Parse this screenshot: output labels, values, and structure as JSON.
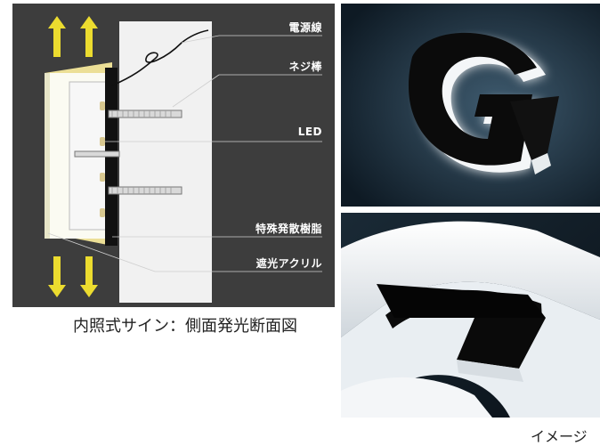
{
  "diagram": {
    "labels": {
      "power_cable": "電源線",
      "screw_rod": "ネジ棒",
      "led": "LED",
      "special_resin": "特殊発散樹脂",
      "shading_acrylic": "遮光アクリル"
    },
    "caption": "内照式サイン：側面発光断面図",
    "colors": {
      "background": "#3d3d3d",
      "arrow": "#f0e23a",
      "glow": "#fff6b0"
    }
  },
  "photos": {
    "caption": "イメージ"
  }
}
